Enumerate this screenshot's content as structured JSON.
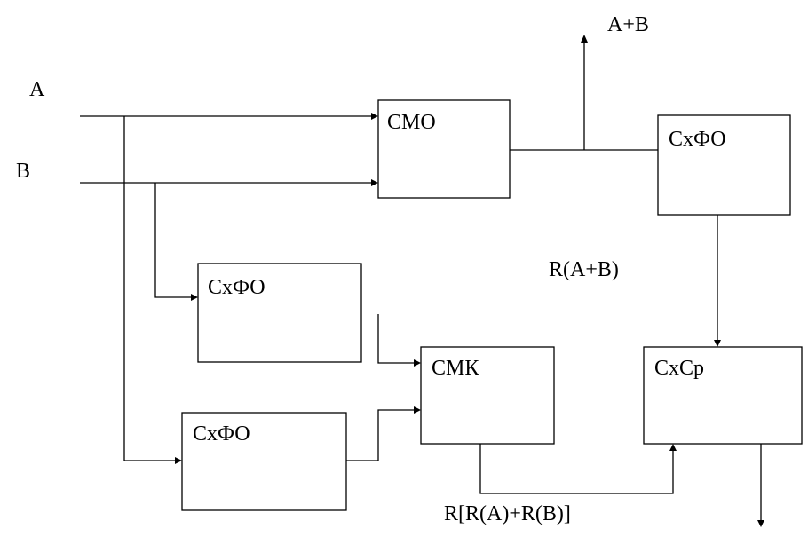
{
  "inputs": {
    "a": "A",
    "b": "B"
  },
  "blocks": {
    "cmo": "СМО",
    "cxfo_top": "СхФО",
    "cxfo_mid": "СхФО",
    "cxfo_bottom": "СхФО",
    "cmk": "СМК",
    "cxcp": "СхСр"
  },
  "signals": {
    "sum_output": "A+B",
    "residue_sum": "R(A+B)",
    "residue_of_residues": "R[R(A)+R(B)]"
  }
}
